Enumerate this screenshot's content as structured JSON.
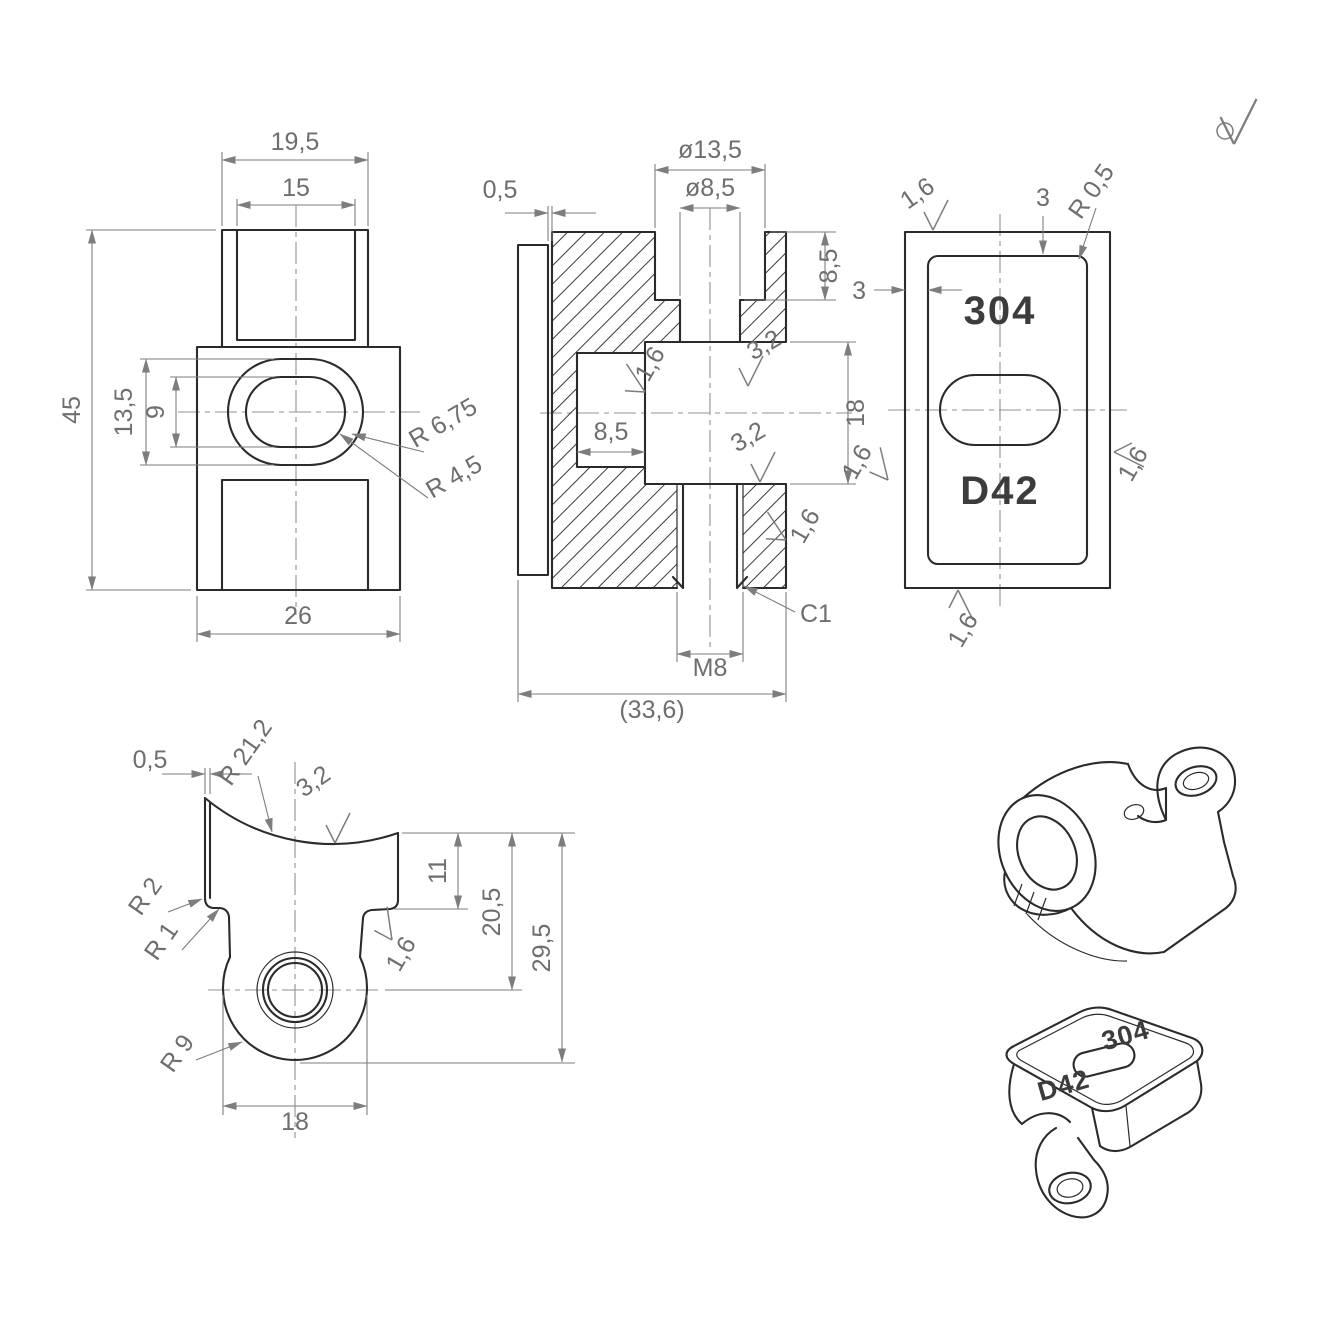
{
  "views": {
    "front": {
      "dims": {
        "w_outer": "19,5",
        "w_inner": "15",
        "h": "45",
        "slot_h": "13,5",
        "slot_inner_h": "9",
        "w_base": "26",
        "r_outer": "R 6,75",
        "r_inner": "R 4,5"
      }
    },
    "section": {
      "dims": {
        "lip": "0,5",
        "cbore_dia": "ø13,5",
        "hole_dia": "ø8,5",
        "cbore_depth": "8,5",
        "slot_h": "18",
        "pocket_w": "8,5",
        "rough_a": "3,2",
        "rough_b": "3,2",
        "rough_c": "1,6",
        "rough_d": "1,6",
        "chamfer": "C1",
        "thread": "M8",
        "overall": "(33,6)"
      }
    },
    "side": {
      "material": "304",
      "part_no": "D42",
      "dims": {
        "rough_top": "1,6",
        "wall_top": "3",
        "corner_r": "R 0,5",
        "wall_left": "3",
        "rough_left": "1,6",
        "rough_right": "1,6",
        "rough_bottom": "1,6"
      }
    },
    "profile": {
      "dims": {
        "lip": "0,5",
        "saddle_r": "R 21,2",
        "rough_top": "3,2",
        "step_h": "11",
        "center_h": "20,5",
        "total_h": "29,5",
        "r_step_outer": "R 2",
        "r_step_inner": "R 1",
        "rough_step": "1,6",
        "boss_r": "R 9",
        "boss_w": "18"
      }
    },
    "iso": {
      "material": "304",
      "part_no": "D42"
    }
  }
}
